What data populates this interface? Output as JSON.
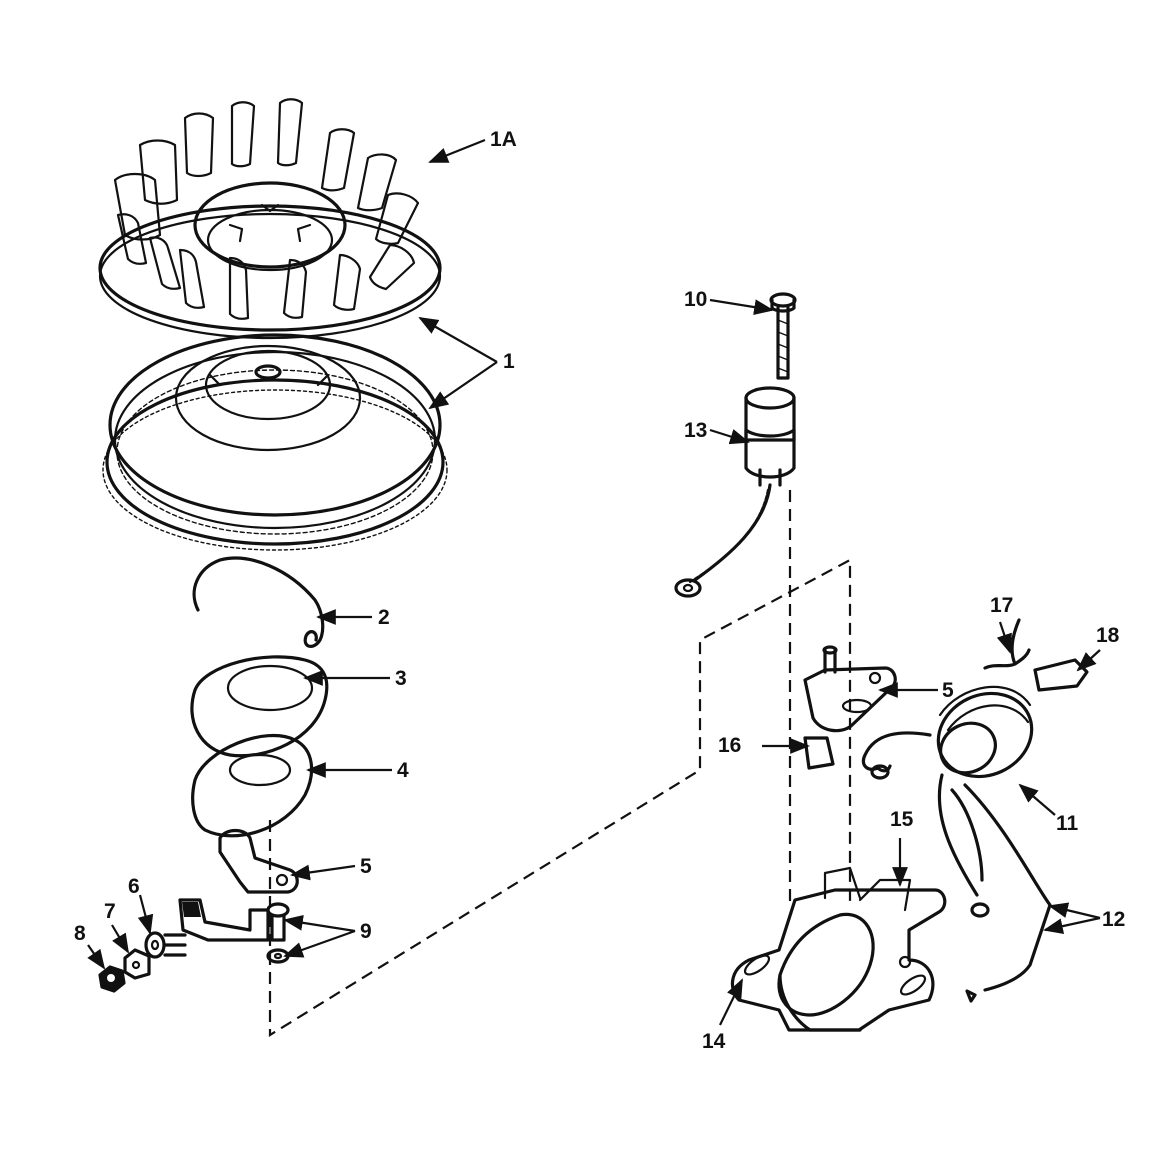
{
  "callouts": {
    "c1a": "1A",
    "c1": "1",
    "c2": "2",
    "c3": "3",
    "c4": "4",
    "c5a": "5",
    "c5b": "5",
    "c6": "6",
    "c7": "7",
    "c8": "8",
    "c9": "9",
    "c10": "10",
    "c11": "11",
    "c12": "12",
    "c13": "13",
    "c14": "14",
    "c15": "15",
    "c16": "16",
    "c17": "17",
    "c18": "18"
  },
  "parts": {
    "fan_blades": "fan-blower",
    "flywheel": "flywheel-ring-gear",
    "spring": "clip-spring",
    "cover": "dust-cover",
    "felt": "felt-seal",
    "bracket": "armature-bracket",
    "breaker": "breaker-assembly",
    "coil": "ignition-coil",
    "condenser": "condenser",
    "base": "armature-base"
  },
  "colors": {
    "ink": "#111111",
    "paper": "#ffffff"
  }
}
